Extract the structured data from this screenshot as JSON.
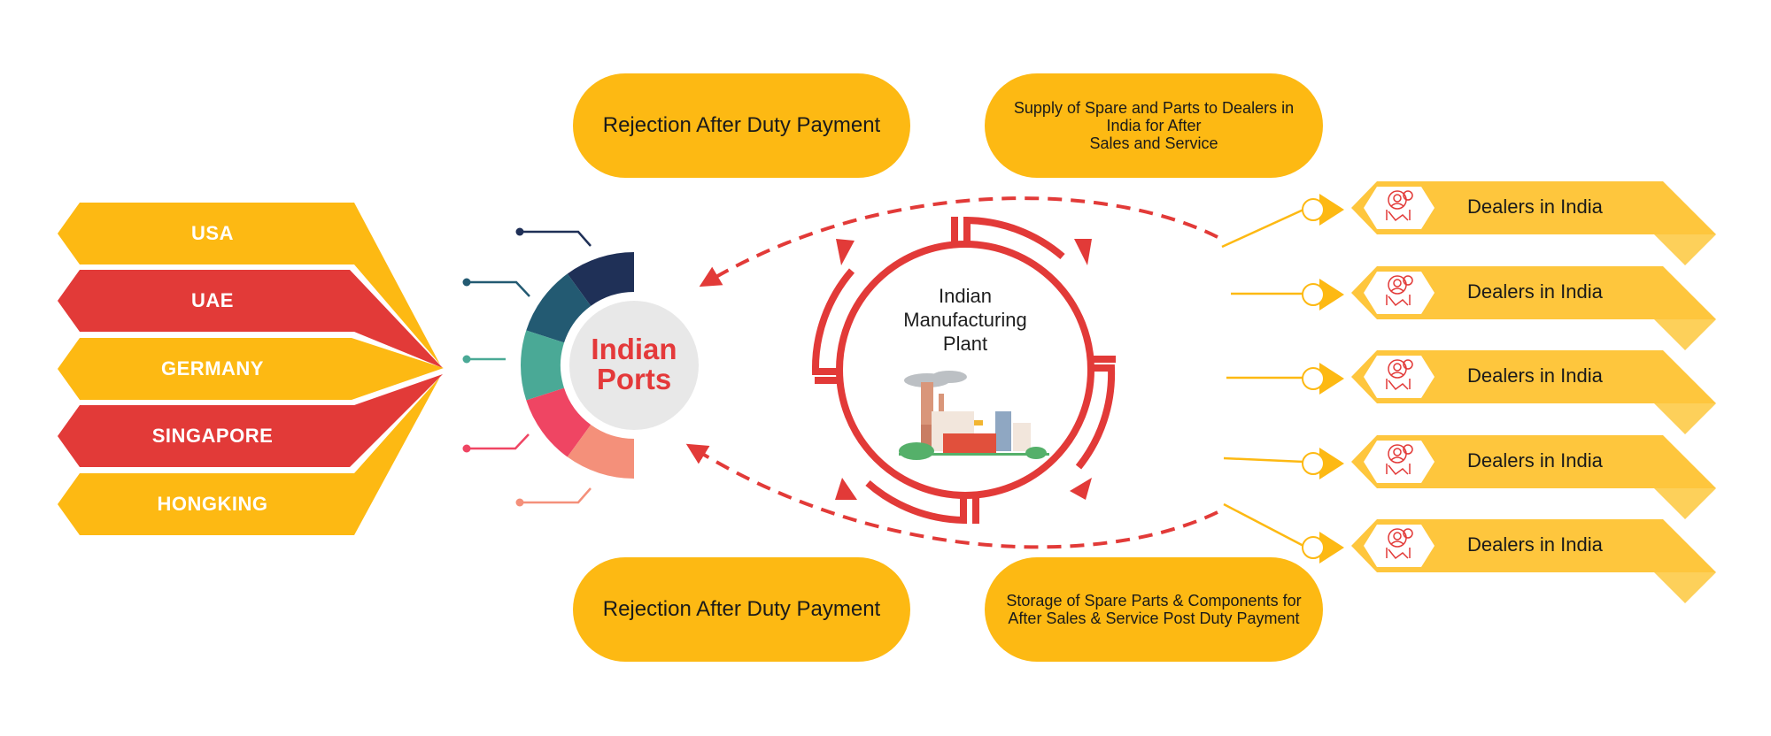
{
  "colors": {
    "yellow": "#fdb913",
    "red": "#e23a38",
    "dealer_yellow": "#fec63d",
    "ring_segments": [
      "#1f3057",
      "#235a72",
      "#4aa996",
      "#ef4563",
      "#f4907a"
    ],
    "ports_circle": "#e8e8e8"
  },
  "countries": [
    {
      "label": "USA",
      "color": "yellow"
    },
    {
      "label": "UAE",
      "color": "red"
    },
    {
      "label": "GERMANY",
      "color": "yellow"
    },
    {
      "label": "SINGAPORE",
      "color": "red"
    },
    {
      "label": "HONGKING",
      "color": "yellow"
    }
  ],
  "ports": {
    "line1": "Indian",
    "line2": "Ports",
    "segment_count": 5
  },
  "plant": {
    "line1": "Indian",
    "line2": "Manufacturing",
    "line3": "Plant",
    "illustration": "factory-illustration"
  },
  "pills": {
    "top_left": {
      "text": "Rejection After Duty Payment"
    },
    "top_right": {
      "line1": "Supply of Spare and Parts to Dealers in",
      "line2": "India for After",
      "line3": "Sales and Service"
    },
    "bottom_left": {
      "text": "Rejection After Duty Payment"
    },
    "bottom_right": {
      "line1": "Storage of Spare Parts & Components for",
      "line2": "After Sales & Service Post Duty Payment"
    }
  },
  "dealers": [
    {
      "label": "Dealers in India",
      "icon": "dealer-handshake-icon"
    },
    {
      "label": "Dealers in India",
      "icon": "dealer-handshake-icon"
    },
    {
      "label": "Dealers in India",
      "icon": "dealer-handshake-icon"
    },
    {
      "label": "Dealers in India",
      "icon": "dealer-handshake-icon"
    },
    {
      "label": "Dealers in India",
      "icon": "dealer-handshake-icon"
    }
  ]
}
